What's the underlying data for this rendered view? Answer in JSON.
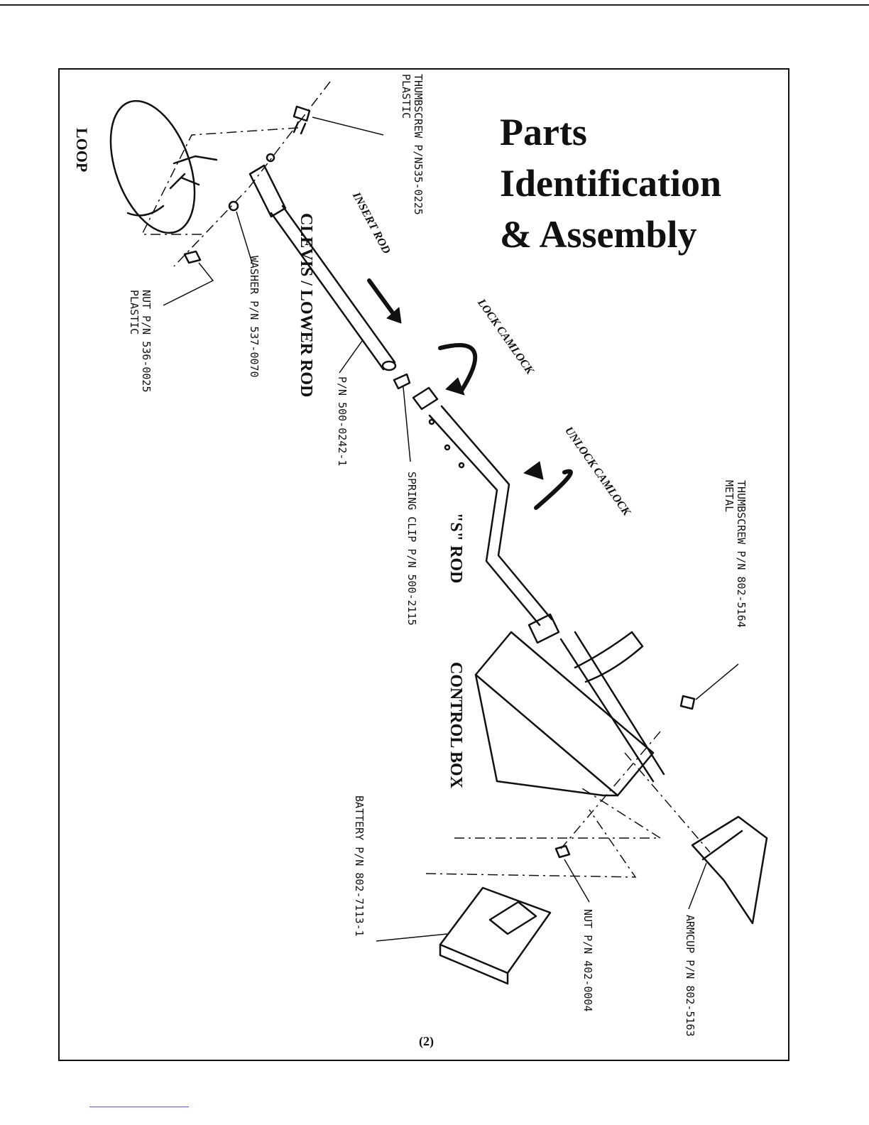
{
  "title": {
    "line1": "Parts",
    "line2": "Identification",
    "line3": "& Assembly"
  },
  "labels": {
    "loop": "LOOP",
    "thumbscrew_plastic": {
      "line1": "THUMBSCREW P/N535-0225",
      "line2": "PLASTIC"
    },
    "insert_rod": "INSERT ROD",
    "clevis_lower_rod": "CLEVIS / LOWER ROD",
    "washer": "WASHER P/N 537-0070",
    "nut_plastic": {
      "line1": "NUT P/N 536-0025",
      "line2": "PLASTIC"
    },
    "rod_pn": "P/N 500-0242-1",
    "lock_camlock": "LOCK CAMLOCK",
    "unlock_camlock": "UNLOCK CAMLOCK",
    "spring_clip": "SPRING CLIP P/N 500-2115",
    "s_rod": "\"S\" ROD",
    "control_box": "CONTROL BOX",
    "thumbscrew_metal": {
      "line1": "THUMBSCREW P/N 802-5164",
      "line2": "METAL"
    },
    "battery": "BATTERY P/N 802-7113-1",
    "nut_metal": "NUT P/N 402-0004",
    "armcup": "ARMCUP P/N 802-5163"
  },
  "page_number": "(2)"
}
